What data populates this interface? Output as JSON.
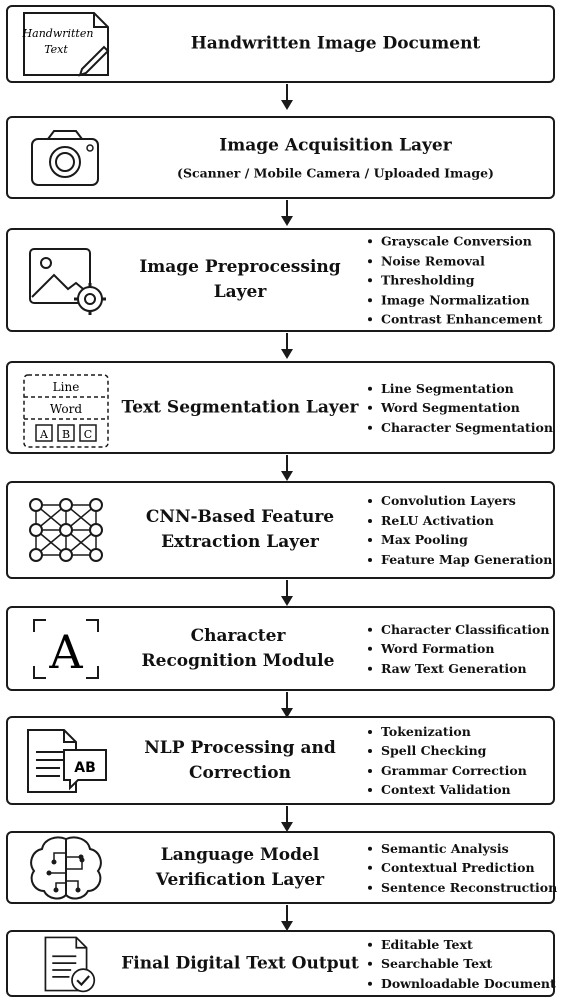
{
  "steps": [
    {
      "title": "Handwritten Image Document",
      "icon_text": [
        "Handwritten",
        "Text"
      ],
      "icon": "handwritten-document-icon"
    },
    {
      "title": "Image Acquisition Layer",
      "subtitle": "(Scanner / Mobile Camera / Uploaded Image)",
      "icon": "camera-icon"
    },
    {
      "title": "Image Preprocessing Layer",
      "icon": "image-gear-icon",
      "bullets": [
        "Grayscale Conversion",
        "Noise Removal",
        "Thresholding",
        "Image Normalization",
        "Contrast Enhancement"
      ]
    },
    {
      "title": "Text Segmentation Layer",
      "icon": "segmentation-icon",
      "icon_text": [
        "Line",
        "Word",
        "A",
        "B",
        "C"
      ],
      "bullets": [
        "Line Segmentation",
        "Word Segmentation",
        "Character Segmentation"
      ]
    },
    {
      "title": "CNN-Based Feature Extraction Layer",
      "icon": "neural-network-icon",
      "bullets": [
        "Convolution Layers",
        "ReLU Activation",
        "Max Pooling",
        "Feature Map Generation"
      ]
    },
    {
      "title": "Character Recognition Module",
      "icon": "character-scan-icon",
      "icon_text": [
        "A"
      ],
      "bullets": [
        "Character Classification",
        "Word Formation",
        "Raw Text Generation"
      ]
    },
    {
      "title": "NLP Processing and Correction",
      "icon": "document-chat-icon",
      "icon_text": [
        "AB"
      ],
      "bullets": [
        "Tokenization",
        "Spell Checking",
        "Grammar Correction",
        "Context Validation"
      ]
    },
    {
      "title": "Language Model Verification Layer",
      "icon": "brain-circuit-icon",
      "bullets": [
        "Semantic Analysis",
        "Contextual Prediction",
        "Sentence Reconstruction"
      ]
    },
    {
      "title": "Final Digital Text Output",
      "icon": "document-check-icon",
      "bullets": [
        "Editable Text",
        "Searchable Text",
        "Downloadable Document"
      ]
    }
  ]
}
